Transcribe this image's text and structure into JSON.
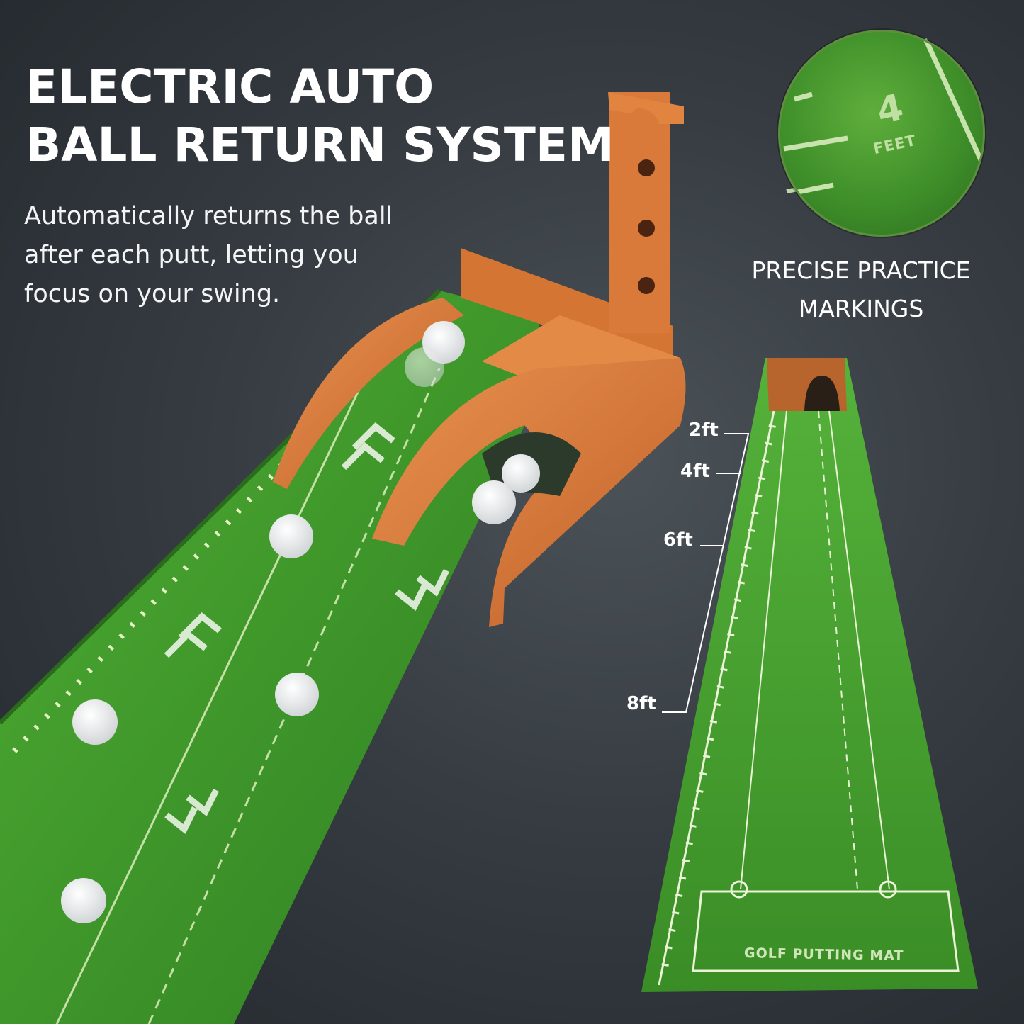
{
  "headline": {
    "line1": "ELECTRIC AUTO",
    "line2": "BALL RETURN SYSTEM"
  },
  "subtext": {
    "line1": "Automatically returns the ball",
    "line2": "after each putt, letting you",
    "line3": "focus on your swing."
  },
  "zoom_inset": {
    "number": "4",
    "unit": "FEET",
    "caption_line1": "PRECISE PRACTICE",
    "caption_line2": "MARKINGS"
  },
  "distance_markers": [
    "2ft",
    "4ft",
    "6ft",
    "8ft"
  ],
  "mat_print": "GOLF PUTTING MAT",
  "colors": {
    "background": "#363c42",
    "turf": "#3f9a2c",
    "wood": "#d9793a",
    "text": "#ffffff"
  }
}
